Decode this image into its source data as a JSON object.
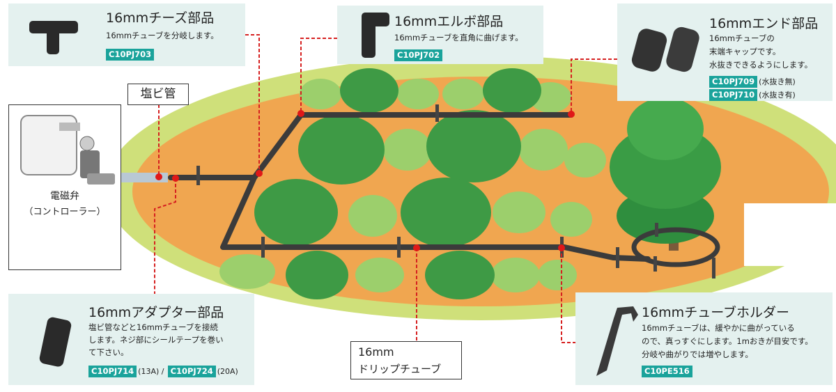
{
  "tee": {
    "title": "16mmチーズ部品",
    "desc": "16mmチューブを分岐します。",
    "code": "C10PJ703"
  },
  "elbow": {
    "title": "16mmエルボ部品",
    "desc": "16mmチューブを直角に曲げます。",
    "code": "C10PJ702"
  },
  "end": {
    "title": "16mmエンド部品",
    "desc": [
      "16mmチューブの",
      "末端キャップです。",
      "水抜きできるようにします。"
    ],
    "codes": [
      {
        "code": "C10PJ709",
        "note": "(水抜き無)"
      },
      {
        "code": "C10PJ710",
        "note": "(水抜き有)"
      }
    ]
  },
  "adapter": {
    "title": "16mmアダプター部品",
    "desc": [
      "塩ビ管などと16mmチューブを接続",
      "します。ネジ部にシールテープを巻い",
      "て下さい。"
    ],
    "codes": [
      {
        "code": "C10PJ714",
        "note": "(13A) /"
      },
      {
        "code": "C10PJ724",
        "note": "(20A)"
      }
    ]
  },
  "holder": {
    "title": "16mmチューブホルダー",
    "desc": [
      "16mmチューブは、緩やかに曲がっている",
      "ので、真っすぐにします。1mおきが目安です。",
      "分岐や曲がりでは増やします。"
    ],
    "code": "C10PE516"
  },
  "pvc_label": "塩ビ管",
  "valve": {
    "line1": "電磁弁",
    "line2": "（コントローラー）"
  },
  "drip": {
    "line1": "16mm",
    "line2": "ドリップチューブ"
  },
  "colors": {
    "code_bg": "#1aa39b",
    "box_bg": "#e4f1ef",
    "leader": "#d62020",
    "ground": "#f0a650",
    "grass": "#cfe07a",
    "pipe": "#3b3b3b"
  }
}
